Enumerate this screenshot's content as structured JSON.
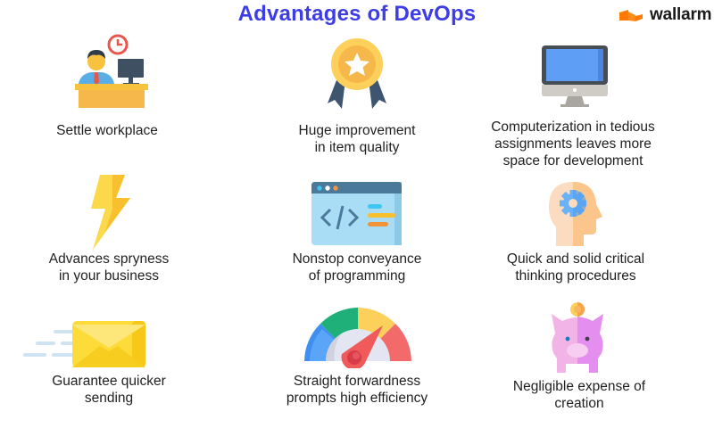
{
  "header": {
    "title": "Advantages of DevOps",
    "title_color": "#3d3de6",
    "logo": {
      "name": "wallarm",
      "icon": "wallarm-logo-icon",
      "color": "#ff7a00"
    }
  },
  "items": [
    {
      "label": "Settle workplace",
      "icon": "office-desk-clock-icon"
    },
    {
      "label": "Huge improvement\nin item quality",
      "icon": "medal-star-icon"
    },
    {
      "label": "Computerization in tedious\nassignments leaves more\nspace for development",
      "icon": "desktop-monitor-icon"
    },
    {
      "label": "Advances spryness\nin your business",
      "icon": "lightning-bolt-icon"
    },
    {
      "label": "Nonstop conveyance\nof programming",
      "icon": "code-window-icon"
    },
    {
      "label": "Quick and solid critical\nthinking procedures",
      "icon": "head-gear-icon"
    },
    {
      "label": "Guarantee quicker\nsending",
      "icon": "fast-envelope-icon"
    },
    {
      "label": "Straight forwardness\nprompts high efficiency",
      "icon": "speedometer-gauge-icon"
    },
    {
      "label": "Negligible expense of\ncreation",
      "icon": "piggy-bank-coin-icon"
    }
  ]
}
